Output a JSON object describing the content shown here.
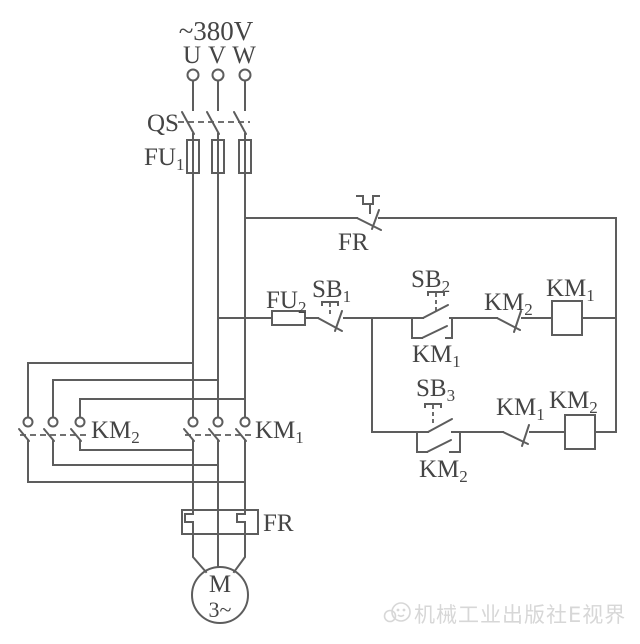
{
  "supply": {
    "voltage": "~380V",
    "phases": [
      "U",
      "V",
      "W"
    ]
  },
  "labels": {
    "qs": {
      "base": "QS",
      "sub": ""
    },
    "fu1": {
      "base": "FU",
      "sub": "1"
    },
    "fu2": {
      "base": "FU",
      "sub": "2"
    },
    "fr_contact": {
      "base": "FR",
      "sub": ""
    },
    "fr_heater": {
      "base": "FR",
      "sub": ""
    },
    "km2_main": {
      "base": "KM",
      "sub": "2"
    },
    "km1_main": {
      "base": "KM",
      "sub": "1"
    },
    "sb1": {
      "base": "SB",
      "sub": "1"
    },
    "sb2": {
      "base": "SB",
      "sub": "2"
    },
    "sb3": {
      "base": "SB",
      "sub": "3"
    },
    "km1_aux": {
      "base": "KM",
      "sub": "1"
    },
    "km2_nc": {
      "base": "KM",
      "sub": "2"
    },
    "km1_coil": {
      "base": "KM",
      "sub": "1"
    },
    "km2_aux": {
      "base": "KM",
      "sub": "2"
    },
    "km1_nc": {
      "base": "KM",
      "sub": "1"
    },
    "km2_coil": {
      "base": "KM",
      "sub": "2"
    }
  },
  "motor": {
    "letter": "M",
    "type": "3~"
  },
  "watermark": {
    "text": "机械工业出版社E视界",
    "icon": "face-logo"
  },
  "colors": {
    "line": "#5d5d5d",
    "text": "#454545",
    "watermark": "#d7d7d7",
    "background": "#ffffff"
  }
}
